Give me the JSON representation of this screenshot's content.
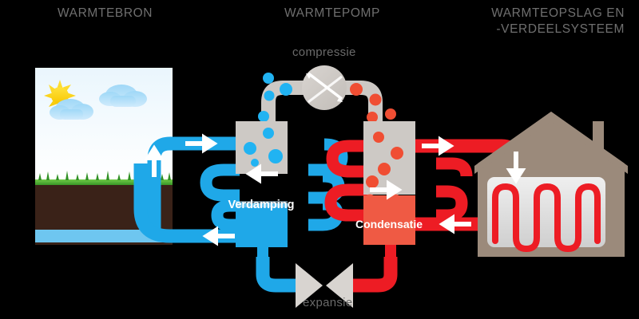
{
  "diagram": {
    "title_bar": {
      "source": "WARMTEBRON",
      "pump": "WARMTEPOMP",
      "storage": "WARMTEOPSLAG EN\n-VERDEELSYSTEEM"
    },
    "process_labels": {
      "compression": "compressie",
      "expansion": "expansie"
    },
    "components": {
      "evaporator_label": "Verdamping",
      "condenser_label": "Condensatie",
      "compressor": "compressor-circle",
      "expansion_valve": "bowtie-valve",
      "house": "house-silhouette",
      "floor_heating": "serpentine-coil",
      "ground_panel": "sky-grass-soil-groundwater-panel",
      "sun": "sun-icon",
      "cloud_left": "cloud-icon",
      "cloud_right": "cloud-icon"
    },
    "colors": {
      "background": "#000000",
      "cold_blue": "#1fa8e8",
      "cold_blue_dark": "#0d96dd",
      "bubble_blue": "#21b3f2",
      "hot_red": "#ed1c24",
      "hot_red_soft": "#ef5a44",
      "bubble_red": "#f04e33",
      "pipe_gray": "#cdc9c5",
      "house_brown": "#9b8a7b",
      "radiator_gray": "#dcdcdc",
      "soil_brown": "#3a2218",
      "grass_green": "#3fa72f",
      "sky_blue": "#eaf6fd",
      "groundwater": "#6ec6f0",
      "header_gray": "#6f6f6f",
      "sun_yellow": "#ffd400",
      "text_white": "#ffffff"
    },
    "flow_arrows": [
      {
        "name": "source-supply-in",
        "direction": "right"
      },
      {
        "name": "source-return-out",
        "direction": "left"
      },
      {
        "name": "source-riser-up",
        "direction": "up"
      },
      {
        "name": "condenser-supply-out",
        "direction": "right"
      },
      {
        "name": "condenser-return-in",
        "direction": "left"
      },
      {
        "name": "house-supply-down",
        "direction": "down"
      },
      {
        "name": "house-return-left",
        "direction": "left"
      }
    ]
  }
}
